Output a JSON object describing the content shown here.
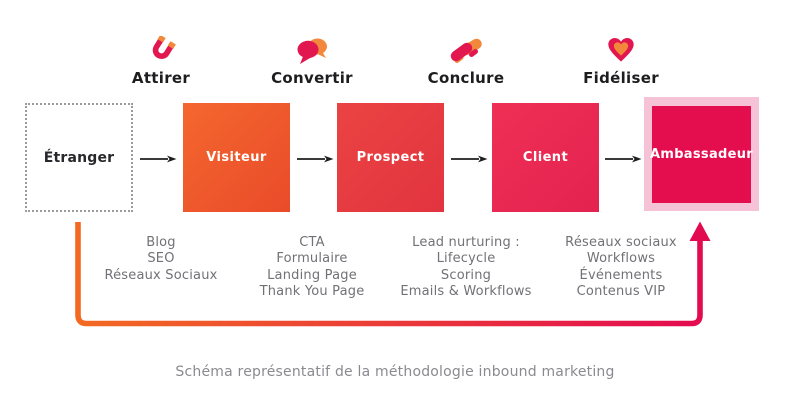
{
  "stages": [
    {
      "icon": "magnet-icon",
      "label": "Attirer"
    },
    {
      "icon": "chat-bubbles-icon",
      "label": "Convertir"
    },
    {
      "icon": "handshake-icon",
      "label": "Conclure"
    },
    {
      "icon": "heart-icon",
      "label": "Fidéliser"
    }
  ],
  "boxes": [
    {
      "label": "Étranger",
      "style": "dotted-outline"
    },
    {
      "label": "Visiteur",
      "style": "orange"
    },
    {
      "label": "Prospect",
      "style": "red"
    },
    {
      "label": "Client",
      "style": "crimson"
    },
    {
      "label": "Ambassadeur",
      "style": "pink-highlighted"
    }
  ],
  "lists": [
    {
      "items": [
        "Blog",
        "SEO",
        "Réseaux Sociaux"
      ]
    },
    {
      "items": [
        "CTA",
        "Formulaire",
        "Landing Page",
        "Thank You Page"
      ]
    },
    {
      "items": [
        "Lead nurturing :",
        "Lifecycle",
        "Scoring",
        "Emails & Workflows"
      ]
    },
    {
      "items": [
        "Réseaux sociaux",
        "Workflows",
        "Événements",
        "Contenus VIP"
      ]
    }
  ],
  "caption": "Schéma représentatif de la méthodologie inbound marketing",
  "colors": {
    "pink": "#e3174f",
    "orange": "#f2883c",
    "visiteur_orange": "#f05a2b",
    "prospect_red": "#e73c41",
    "client_crimson": "#ea2a51",
    "ambassadeur_pink": "#e40e4f",
    "highlight_halo": "#f6c3d6",
    "loop_gradient_start": "#f26a22",
    "loop_gradient_end": "#e30b50",
    "dark_text": "#1d1d1f",
    "list_text": "#717176",
    "caption_text": "#8a8a90"
  }
}
